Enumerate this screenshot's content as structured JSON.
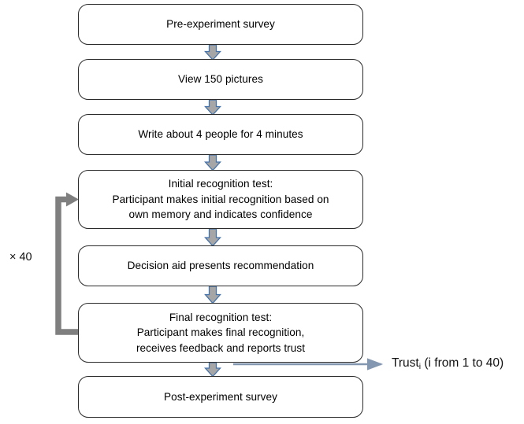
{
  "diagram": {
    "type": "experiment-procedure-flowchart",
    "colors": {
      "box_border": "#2b2b2b",
      "box_fill": "#ffffff",
      "down_arrow_fill": "#a6a6a6",
      "down_arrow_stroke": "#4472a8",
      "loop_arrow": "#7f7f7f",
      "trust_arrow": "#8497b0",
      "text": "#000000"
    },
    "steps": [
      {
        "id": "pre-survey",
        "label": "Pre-experiment survey"
      },
      {
        "id": "view-pictures",
        "label": "View 150 pictures"
      },
      {
        "id": "write-task",
        "label": "Write about 4 people for 4 minutes"
      },
      {
        "id": "initial-test",
        "label": "Initial recognition test:\nParticipant makes initial recognition based on\nown memory and indicates confidence"
      },
      {
        "id": "decision-aid",
        "label": "Decision aid presents recommendation"
      },
      {
        "id": "final-test",
        "label": "Final recognition test:\nParticipant makes final recognition,\nreceives feedback and reports trust"
      },
      {
        "id": "post-survey",
        "label": "Post-experiment survey"
      }
    ],
    "loop": {
      "label": "× 40",
      "from_step": "final-test",
      "to_step": "initial-test"
    },
    "output": {
      "label_main": "Trust",
      "label_sub": "i",
      "label_tail": " (i from 1 to 40)",
      "from_step": "final-test"
    },
    "down_arrow_count": 6
  }
}
